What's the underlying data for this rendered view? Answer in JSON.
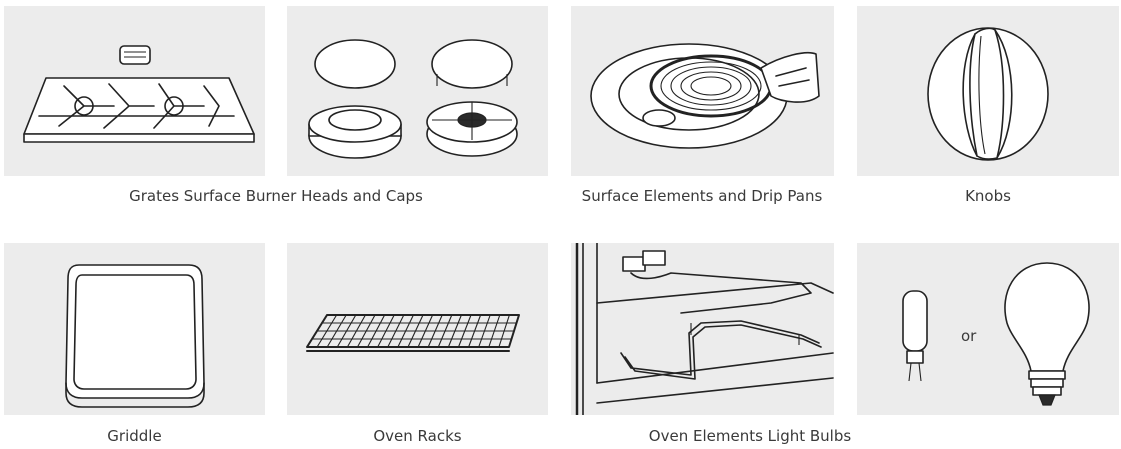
{
  "captions": {
    "grates_burners": "Grates Surface Burner Heads and Caps",
    "surface_elements": "Surface Elements and Drip Pans",
    "knobs": "Knobs",
    "griddle": "Griddle",
    "oven_racks": "Oven Racks",
    "oven_elements_bulbs": "Oven Elements Light Bulbs"
  },
  "bulbs_separator": "or"
}
